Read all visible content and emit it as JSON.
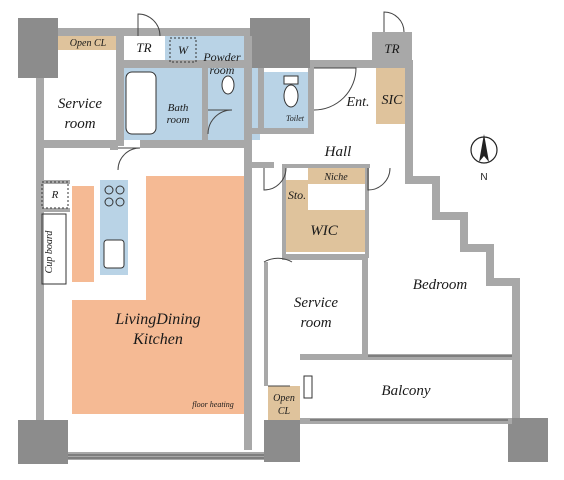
{
  "rooms": {
    "open_cl_top": "Open CL",
    "tr_left": "TR",
    "w": "W",
    "powder_line1": "Powder",
    "powder_line2": "room",
    "tr_right": "TR",
    "service_room_left_line1": "Service",
    "service_room_left_line2": "room",
    "bath_line1": "Bath",
    "bath_line2": "room",
    "toilet": "Toilet",
    "ent": "Ent.",
    "sic": "SIC",
    "hall": "Hall",
    "sto": "Sto.",
    "niche": "Niche",
    "wic": "WIC",
    "bedroom": "Bedroom",
    "r": "R",
    "cup_board": "Cup board",
    "ldk_line1": "LivingDining",
    "ldk_line2": "Kitchen",
    "floor_heating": "floor heating",
    "service_room_mid_line1": "Service",
    "service_room_mid_line2": "room",
    "open_cl_bottom_line1": "Open",
    "open_cl_bottom_line2": "CL",
    "balcony": "Balcony"
  },
  "compass": {
    "north": "N"
  },
  "colors": {
    "wall": "#a8a8a8",
    "wall_dark": "#8c8c8c",
    "wet_area": "#b9d3e6",
    "storage": "#dfc39c",
    "floor_heating": "#f5ba94",
    "background": "#ffffff"
  }
}
